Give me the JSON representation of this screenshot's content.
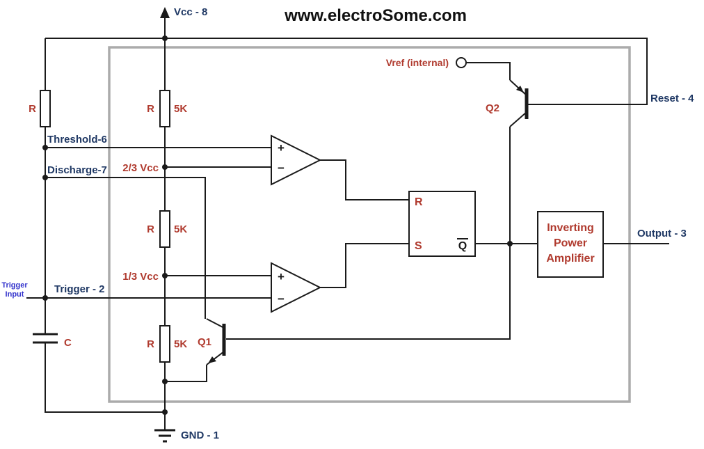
{
  "title": "www.electroSome.com",
  "colors": {
    "wire": "#1a1a1a",
    "pin_label": "#1F3864",
    "component_label": "#B03A2E",
    "trigger_input_label": "#3333CC",
    "ic_boundary": "#ABABAB",
    "background": "#FFFFFF"
  },
  "pins": {
    "vcc": "Vcc - 8",
    "threshold": "Threshold-6",
    "discharge": "Discharge-7",
    "trigger": "Trigger - 2",
    "reset": "Reset - 4",
    "output": "Output - 3",
    "gnd": "GND - 1"
  },
  "external": {
    "resistor_label": "R",
    "capacitor_label": "C",
    "trigger_input": {
      "line1": "Trigger",
      "line2": "Input"
    }
  },
  "divider_resistors": [
    {
      "label": "R",
      "value": "5K"
    },
    {
      "label": "R",
      "value": "5K"
    },
    {
      "label": "R",
      "value": "5K"
    }
  ],
  "references": {
    "upper": "2/3 Vcc",
    "lower": "1/3 Vcc",
    "vref": "Vref (internal)"
  },
  "comparators": {
    "plus": "+",
    "minus": "−"
  },
  "transistors": {
    "q1": "Q1",
    "q2": "Q2"
  },
  "flipflop": {
    "r": "R",
    "s": "S",
    "q_bar": "Q"
  },
  "amplifier": {
    "line1": "Inverting",
    "line2": "Power",
    "line3": "Amplifier"
  }
}
